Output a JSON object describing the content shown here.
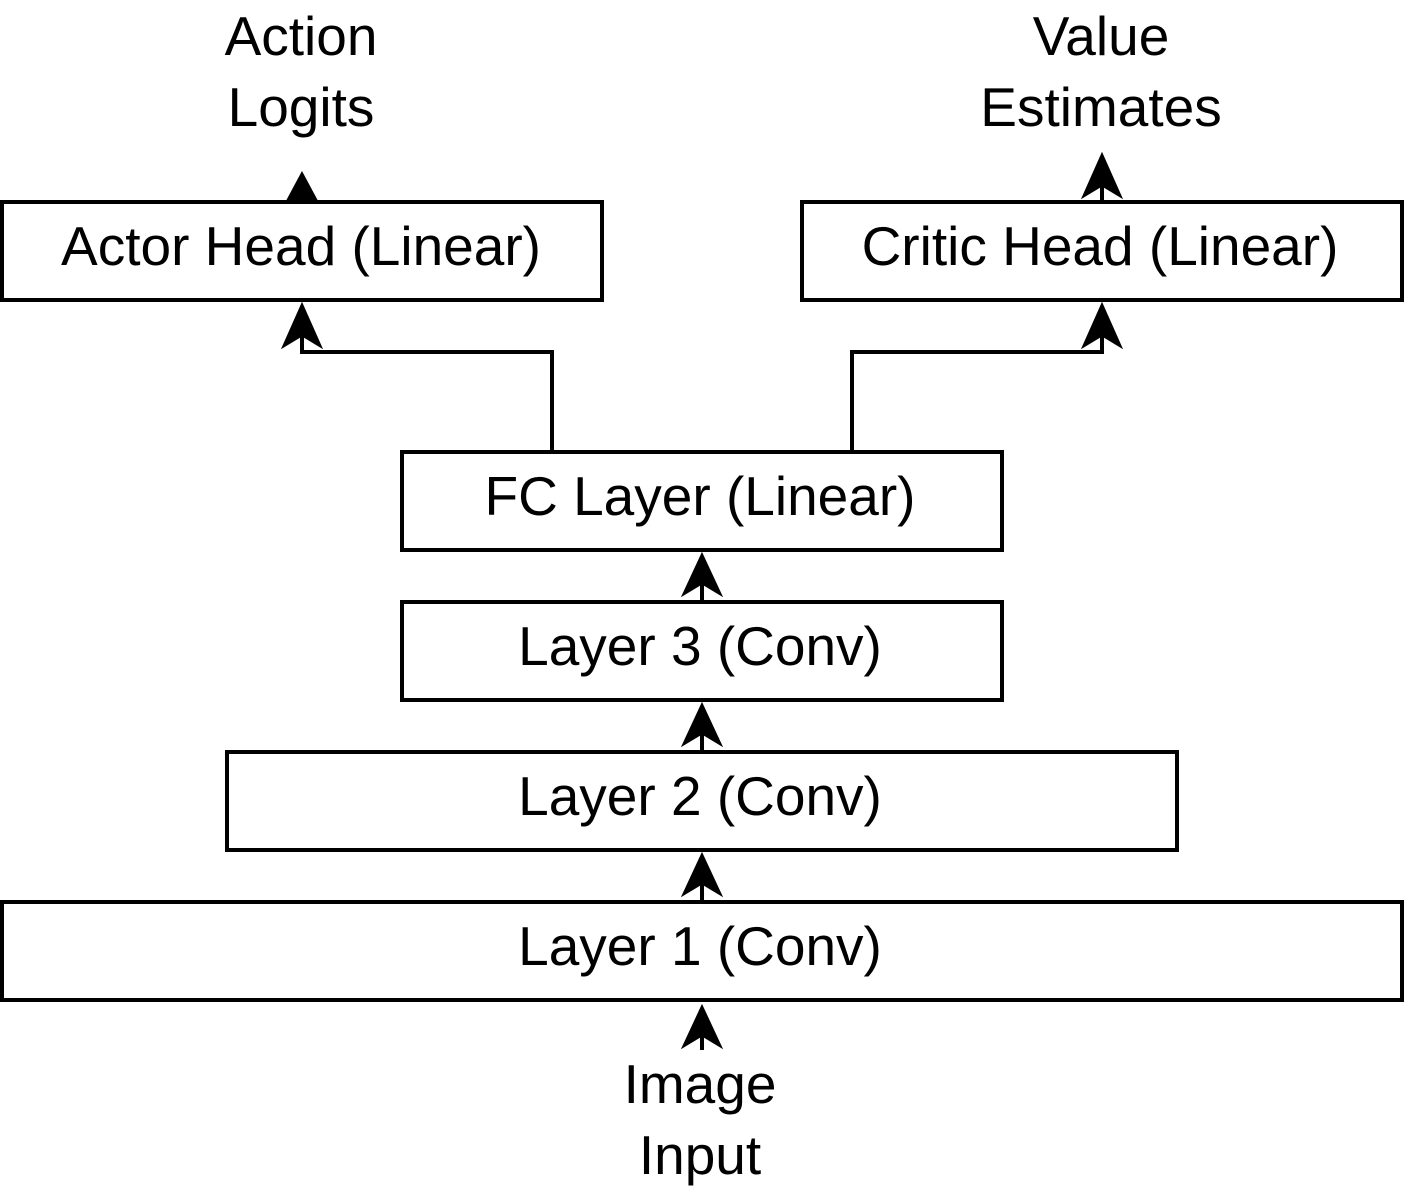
{
  "diagram": {
    "nodes": {
      "actor_head": {
        "label": "Actor Head (Linear)"
      },
      "critic_head": {
        "label": "Critic Head (Linear)"
      },
      "fc_layer": {
        "label": "FC Layer (Linear)"
      },
      "layer3": {
        "label": "Layer 3 (Conv)"
      },
      "layer2": {
        "label": "Layer 2 (Conv)"
      },
      "layer1": {
        "label": "Layer 1 (Conv)"
      }
    },
    "outputs": {
      "action_logits": {
        "line1": "Action",
        "line2": "Logits"
      },
      "value_estimates": {
        "line1": "Value",
        "line2": "Estimates"
      }
    },
    "input": {
      "line1": "Image",
      "line2": "Input"
    },
    "edges": [
      {
        "from": "input",
        "to": "layer1"
      },
      {
        "from": "layer1",
        "to": "layer2"
      },
      {
        "from": "layer2",
        "to": "layer3"
      },
      {
        "from": "layer3",
        "to": "fc_layer"
      },
      {
        "from": "fc_layer",
        "to": "actor_head"
      },
      {
        "from": "fc_layer",
        "to": "critic_head"
      },
      {
        "from": "actor_head",
        "to": "action_logits"
      },
      {
        "from": "critic_head",
        "to": "value_estimates"
      }
    ]
  }
}
